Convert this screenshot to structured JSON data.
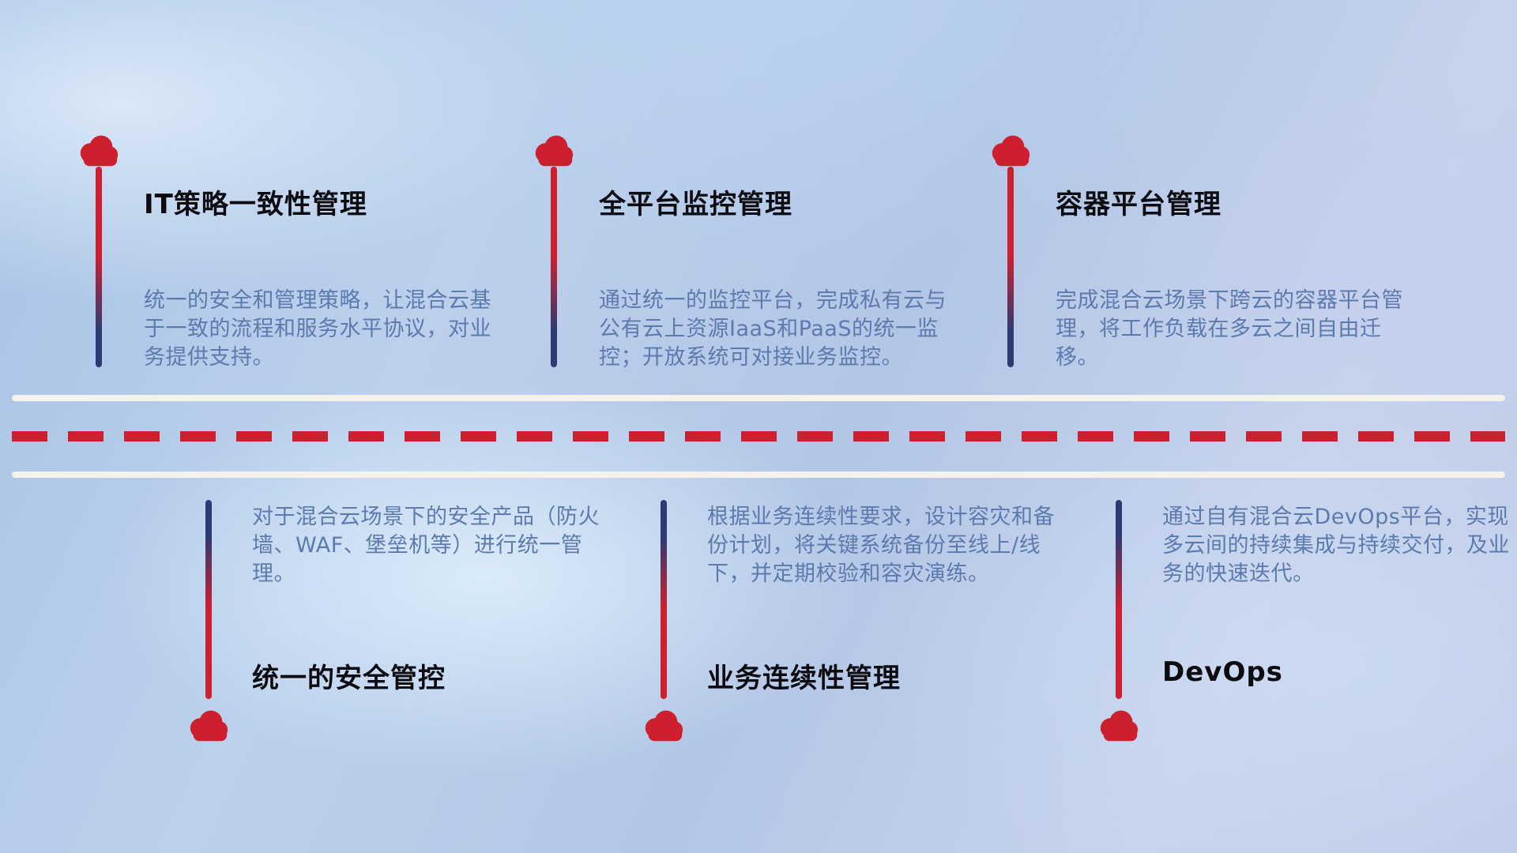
{
  "colors": {
    "red": "#ce1f2e",
    "navy": "#2e3a74",
    "title": "#0b0b10",
    "desc": "#5d7aad",
    "road": "#f5f2ea"
  },
  "top_items": [
    {
      "title": "IT策略一致性管理",
      "desc": "统一的安全和管理策略，让混合云基于一致的流程和服务水平协议，对业务提供支持。"
    },
    {
      "title": "全平台监控管理",
      "desc": "通过统一的监控平台，完成私有云与公有云上资源IaaS和PaaS的统一监控；开放系统可对接业务监控。"
    },
    {
      "title": "容器平台管理",
      "desc": "完成混合云场景下跨云的容器平台管理，将工作负载在多云之间自由迁移。"
    }
  ],
  "bottom_items": [
    {
      "title": "统一的安全管控",
      "desc": "对于混合云场景下的安全产品（防火墙、WAF、堡垒机等）进行统一管理。"
    },
    {
      "title": "业务连续性管理",
      "desc": "根据业务连续性要求，设计容灾和备份计划，将关键系统备份至线上/线下，并定期校验和容灾演练。"
    },
    {
      "title": "DevOps",
      "desc": "通过自有混合云DevOps平台，实现多云间的持续集成与持续交付，及业务的快速迭代。"
    }
  ]
}
